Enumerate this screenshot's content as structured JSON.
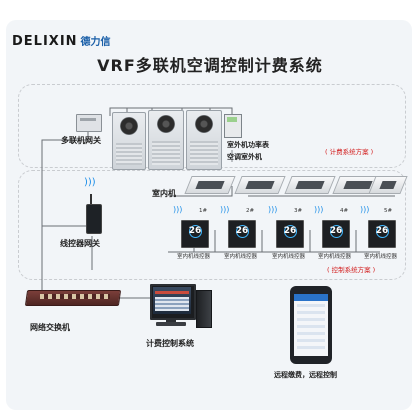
{
  "brand": {
    "en": "DELIXIN",
    "cn": "德力信"
  },
  "title": "VRF多联机空调控制计费系统",
  "labels": {
    "gateway_multi": "多联机网关",
    "meter": "室外机功率表",
    "outdoor_unit": "空调室外机",
    "billing_scheme": "( 计费系统方案 )",
    "indoor_unit": "室内机",
    "line_gateway": "线控器网关",
    "control_scheme": "( 控制系统方案 )",
    "switch": "网络交换机",
    "billing_system": "计费控制系统",
    "remote": "远程缴费，远程控制"
  },
  "thermostats": [
    {
      "id": "1#",
      "temp": "26",
      "caption": "室内机线控器"
    },
    {
      "id": "2#",
      "temp": "26",
      "caption": "室内机线控器"
    },
    {
      "id": "3#",
      "temp": "26",
      "caption": "室内机线控器"
    },
    {
      "id": "4#",
      "temp": "26",
      "caption": "室内机线控器"
    },
    {
      "id": "5#",
      "temp": "26",
      "caption": "室内机线控器"
    }
  ],
  "colors": {
    "accent_red": "#d21a1a",
    "wifi_blue": "#1c8ee8",
    "panel": "#f2f5f8"
  }
}
